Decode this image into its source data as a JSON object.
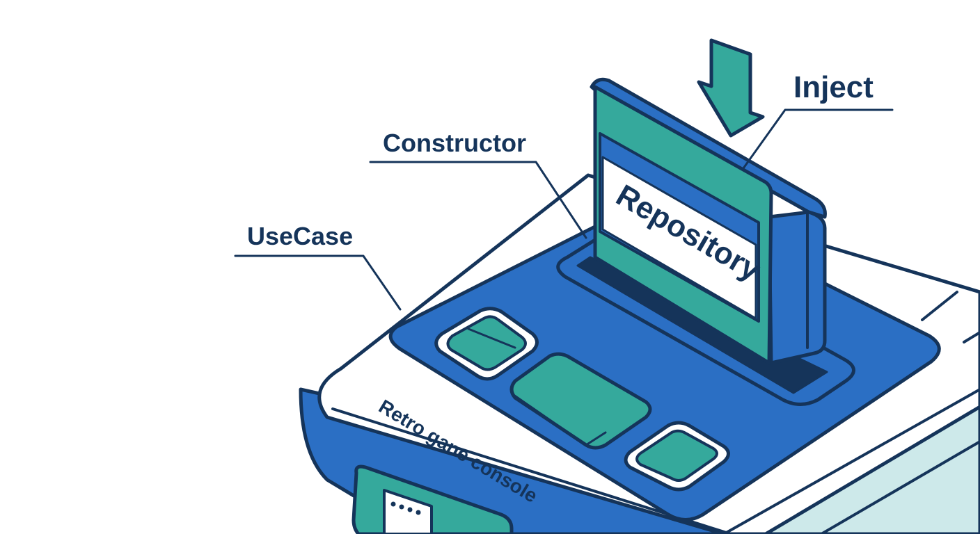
{
  "labels": {
    "inject": "Inject",
    "constructor": "Constructor",
    "usecase": "UseCase",
    "cartridge": "Repository",
    "console": "Retro gane console"
  },
  "colors": {
    "outline": "#15345a",
    "blue": "#2b6fc4",
    "teal": "#35a99c",
    "label_bg": "#ffffff",
    "side_tint": "#cde9ea"
  },
  "icons": {
    "arrow": "down-arrow-icon"
  }
}
